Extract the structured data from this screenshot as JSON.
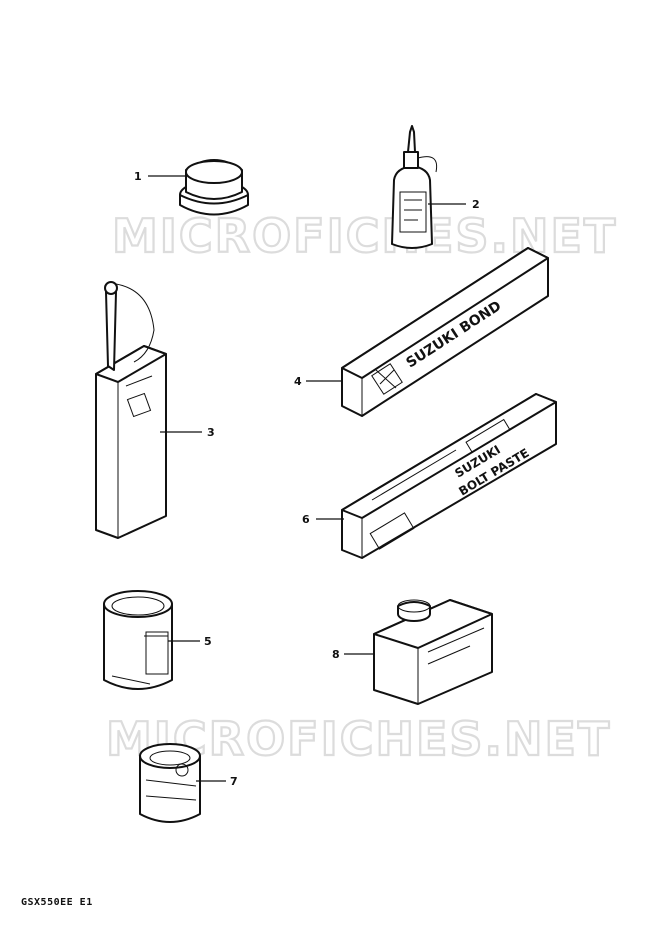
{
  "watermark": "MICROFICHES.NET",
  "caption": "GSX550EE E1",
  "parts": [
    {
      "number": "1"
    },
    {
      "number": "2"
    },
    {
      "number": "3"
    },
    {
      "number": "4",
      "box_text": "SUZUKI BOND"
    },
    {
      "number": "5"
    },
    {
      "number": "6",
      "box_text": "SUZUKI",
      "box_text_2": "BOLT PASTE"
    },
    {
      "number": "7"
    },
    {
      "number": "8"
    }
  ]
}
